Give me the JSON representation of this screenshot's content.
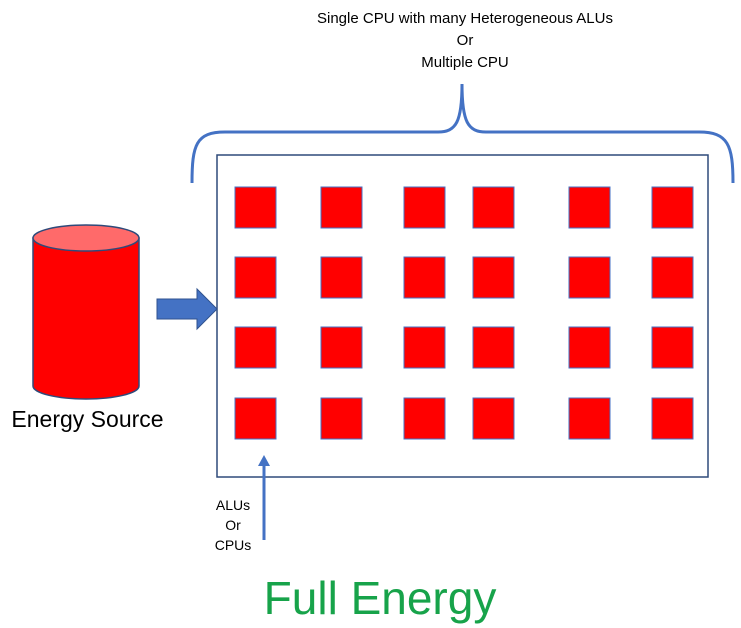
{
  "diagram": {
    "caption_lines": [
      "Single CPU with many Heterogeneous ALUs",
      "Or",
      "Multiple CPU"
    ],
    "energy_source_label": "Energy Source",
    "unit_label_lines": [
      "ALUs",
      "Or",
      "CPUs"
    ],
    "footer_title": "Full Energy",
    "grid": {
      "rows": 4,
      "columns": 6
    },
    "colors": {
      "unit_fill": "#ff0000",
      "unit_stroke": "#4472c4",
      "cylinder_body": "#ff0000",
      "cylinder_top": "#ff6a6a",
      "arrow": "#4472c4",
      "bracket": "#4472c4",
      "frame": "#2f4a7a",
      "footer_text": "#17a34a"
    }
  }
}
